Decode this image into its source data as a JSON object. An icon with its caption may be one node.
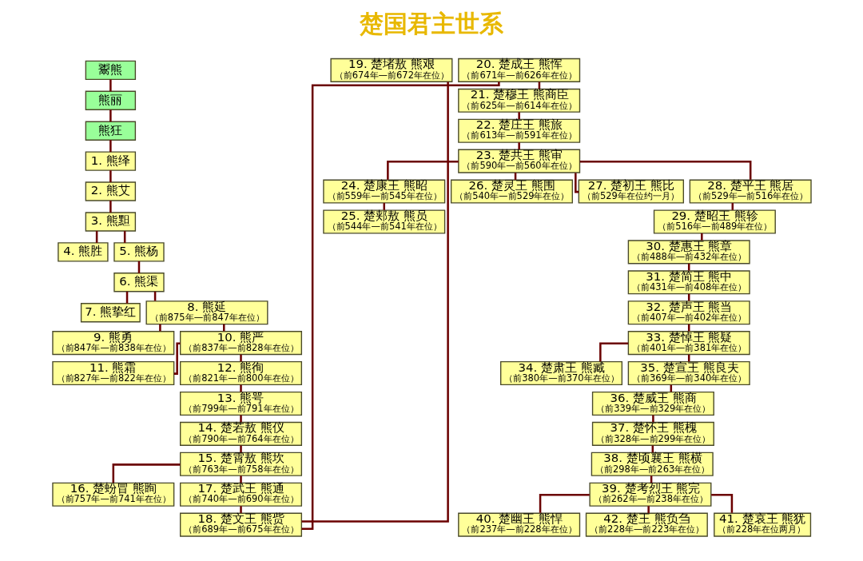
{
  "diagram": {
    "title": "楚国君主世系",
    "nodes": [
      {
        "text": [
          "鬻熊"
        ]
      },
      {
        "text": [
          "熊丽"
        ]
      },
      {
        "text": [
          "熊狂"
        ]
      },
      {
        "text": [
          "1. 熊绎"
        ]
      },
      {
        "text": [
          "2. 熊艾"
        ]
      },
      {
        "text": [
          "3. 熊䵣"
        ]
      },
      {
        "text": [
          "4. 熊胜"
        ]
      },
      {
        "text": [
          "5. 熊杨"
        ]
      },
      {
        "text": [
          "6. 熊渠"
        ]
      },
      {
        "text": [
          "7. 熊挚红"
        ]
      },
      {
        "text": [
          "8. 熊延",
          "（前875年—前847年在位）"
        ]
      },
      {
        "text": [
          "9. 熊勇",
          "（前847年—前838年在位）"
        ]
      },
      {
        "text": [
          "10. 熊严",
          "（前837年—前828年在位）"
        ]
      },
      {
        "text": [
          "11. 熊霜",
          "（前827年—前822年在位）"
        ]
      },
      {
        "text": [
          "12. 熊徇",
          "（前821年—前800年在位）"
        ]
      },
      {
        "text": [
          "13. 熊咢",
          "（前799年—前791年在位）"
        ]
      },
      {
        "text": [
          "14. 楚若敖 熊仪",
          "（前790年—前764年在位）"
        ]
      },
      {
        "text": [
          "15. 楚霄敖 熊坎",
          "（前763年—前758年在位）"
        ]
      },
      {
        "text": [
          "16. 楚蚡冒 熊眴",
          "（前757年—前741年在位）"
        ]
      },
      {
        "text": [
          "17. 楚武王 熊通",
          "（前740年—前690年在位）"
        ]
      },
      {
        "text": [
          "18. 楚文王 熊赀",
          "（前689年—前675年在位）"
        ]
      },
      {
        "text": [
          "19. 楚堵敖 熊艰",
          "（前674年—前672年在位）"
        ]
      },
      {
        "text": [
          "20. 楚成王 熊恽",
          "（前671年—前626年在位）"
        ]
      },
      {
        "text": [
          "21. 楚穆王 熊商臣",
          "（前625年—前614年在位）"
        ]
      },
      {
        "text": [
          "22. 楚庄王 熊旅",
          "（前613年—前591年在位）"
        ]
      },
      {
        "text": [
          "23. 楚共王 熊审",
          "（前590年—前560年在位）"
        ]
      },
      {
        "text": [
          "24. 楚康王 熊昭",
          "（前559年—前545年在位）"
        ]
      },
      {
        "text": [
          "25. 楚郏敖 熊员",
          "（前544年—前541年在位）"
        ]
      },
      {
        "text": [
          "26. 楚灵王 熊围",
          "（前540年—前529年在位）"
        ]
      },
      {
        "text": [
          "27. 楚初王 熊比",
          "（前529年在位约一月）"
        ]
      },
      {
        "text": [
          "28. 楚平王 熊居",
          "（前529年—前516年在位）"
        ]
      },
      {
        "text": [
          "29. 楚昭王 熊轸",
          "（前516年—前489年在位）"
        ]
      },
      {
        "text": [
          "30. 楚惠王 熊章",
          "（前488年—前432年在位）"
        ]
      },
      {
        "text": [
          "31. 楚简王 熊中",
          "（前431年—前408年在位）"
        ]
      },
      {
        "text": [
          "32. 楚声王 熊当",
          "（前407年—前402年在位）"
        ]
      },
      {
        "text": [
          "33. 楚悼王 熊疑",
          "（前401年—前381年在位）"
        ]
      },
      {
        "text": [
          "34. 楚肃王 熊臧",
          "（前380年—前370年在位）"
        ]
      },
      {
        "text": [
          "35. 楚宣王 熊良夫",
          "（前369年—前340年在位）"
        ]
      },
      {
        "text": [
          "36. 楚威王 熊商",
          "（前339年—前329年在位）"
        ]
      },
      {
        "text": [
          "37. 楚怀王 熊槐",
          "（前328年—前299年在位）"
        ]
      },
      {
        "text": [
          "38. 楚顷襄王 熊横",
          "（前298年—前263年在位）"
        ]
      },
      {
        "text": [
          "39. 楚考烈王 熊完",
          "（前262年—前238年在位）"
        ]
      },
      {
        "text": [
          "40. 楚幽王 熊悍",
          "（前237年—前228年在位）"
        ]
      },
      {
        "text": [
          "42. 楚王 熊负刍",
          "（前228年—前223年在位）"
        ]
      },
      {
        "text": [
          "41. 楚哀王 熊犹",
          "（前228年在位两月）"
        ]
      }
    ],
    "edges": [
      {
        "from": 0,
        "to": 1,
        "arrow": "none"
      },
      {
        "from": 1,
        "to": 2,
        "arrow": "none"
      },
      {
        "from": 2,
        "to": 3,
        "arrow": "none"
      },
      {
        "from": 3,
        "to": 4,
        "arrow": "none"
      },
      {
        "from": 4,
        "to": 5,
        "arrow": "none"
      },
      {
        "from": 5,
        "to": 6,
        "arrow": "none"
      },
      {
        "from": 5,
        "to": 7,
        "arrow": "none"
      },
      {
        "from": 7,
        "to": 8,
        "arrow": "none"
      },
      {
        "from": 8,
        "to": 9,
        "arrow": "none"
      },
      {
        "from": 8,
        "to": 10,
        "arrow": "none"
      },
      {
        "from": 10,
        "to": 11,
        "arrow": "none"
      },
      {
        "from": 10,
        "to": 12,
        "arrow": "none"
      },
      {
        "from": 12,
        "to": 13,
        "arrow": "none"
      },
      {
        "from": 12,
        "to": 14,
        "arrow": "none"
      },
      {
        "from": 14,
        "to": 15,
        "arrow": "none"
      },
      {
        "from": 15,
        "to": 16,
        "arrow": "none"
      },
      {
        "from": 16,
        "to": 17,
        "arrow": "none"
      },
      {
        "from": 17,
        "to": 18,
        "arrow": "none"
      },
      {
        "from": 17,
        "to": 19,
        "arrow": "none"
      },
      {
        "from": 19,
        "to": 20,
        "arrow": "none"
      },
      {
        "from": 20,
        "to": 21,
        "arrow": "none"
      },
      {
        "from": 20,
        "to": 22,
        "arrow": "none"
      },
      {
        "from": 22,
        "to": 23,
        "arrow": "none"
      },
      {
        "from": 23,
        "to": 24,
        "arrow": "none"
      },
      {
        "from": 24,
        "to": 25,
        "arrow": "none"
      },
      {
        "from": 25,
        "to": 26,
        "arrow": "none"
      },
      {
        "from": 25,
        "to": 28,
        "arrow": "none"
      },
      {
        "from": 25,
        "to": 29,
        "arrow": "none"
      },
      {
        "from": 25,
        "to": 30,
        "arrow": "none"
      },
      {
        "from": 26,
        "to": 27,
        "arrow": "none"
      },
      {
        "from": 30,
        "to": 31,
        "arrow": "none"
      },
      {
        "from": 31,
        "to": 32,
        "arrow": "none"
      },
      {
        "from": 32,
        "to": 33,
        "arrow": "none"
      },
      {
        "from": 33,
        "to": 34,
        "arrow": "none"
      },
      {
        "from": 34,
        "to": 35,
        "arrow": "none"
      },
      {
        "from": 35,
        "to": 36,
        "arrow": "none"
      },
      {
        "from": 35,
        "to": 37,
        "arrow": "none"
      },
      {
        "from": 37,
        "to": 38,
        "arrow": "none"
      },
      {
        "from": 38,
        "to": 39,
        "arrow": "none"
      },
      {
        "from": 39,
        "to": 40,
        "arrow": "none"
      },
      {
        "from": 40,
        "to": 41,
        "arrow": "none"
      },
      {
        "from": 41,
        "to": 42,
        "arrow": "none"
      },
      {
        "from": 41,
        "to": 43,
        "arrow": "none"
      },
      {
        "from": 41,
        "to": 44,
        "arrow": "none"
      }
    ]
  }
}
